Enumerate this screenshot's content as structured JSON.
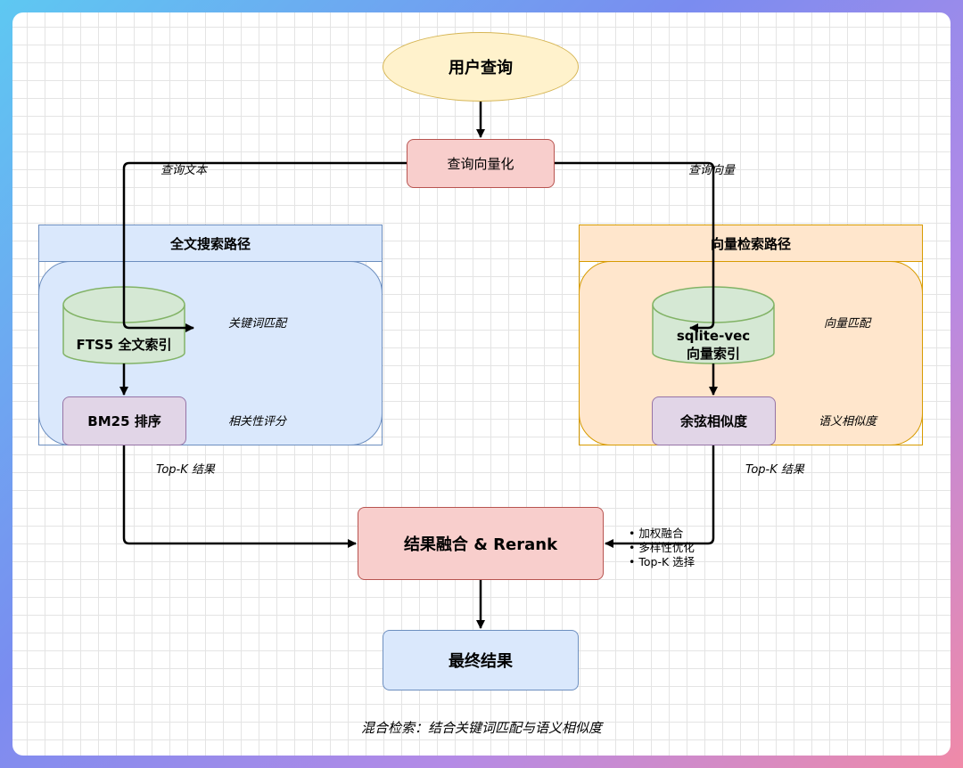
{
  "nodes": {
    "user_query": "用户查询",
    "vectorize": "查询向量化",
    "fts_lane_title": "全文搜索路径",
    "vec_lane_title": "向量检索路径",
    "fts_index": "FTS5 全文索引",
    "vec_index_line1": "sqlite-vec",
    "vec_index_line2": "向量索引",
    "bm25": "BM25 排序",
    "cosine": "余弦相似度",
    "fusion": "结果融合 & Rerank",
    "final": "最终结果"
  },
  "labels": {
    "query_text": "查询文本",
    "query_vector": "查询向量",
    "keyword_match": "关键词匹配",
    "relevance_score": "相关性评分",
    "vector_match": "向量匹配",
    "semantic_similarity": "语义相似度",
    "topk_left": "Top-K 结果",
    "topk_right": "Top-K 结果"
  },
  "fusion_notes": [
    "加权融合",
    "多样性优化",
    "Top-K 选择"
  ],
  "caption": "混合检索：结合关键词匹配与语义相似度",
  "colors": {
    "ellipse_fill": "#fff2cc",
    "red_fill": "#f8cecc",
    "blue_fill": "#dae8fc",
    "orange_fill": "#ffe6cc",
    "purple_fill": "#e1d5e7",
    "green_fill": "#d5e8d4"
  }
}
